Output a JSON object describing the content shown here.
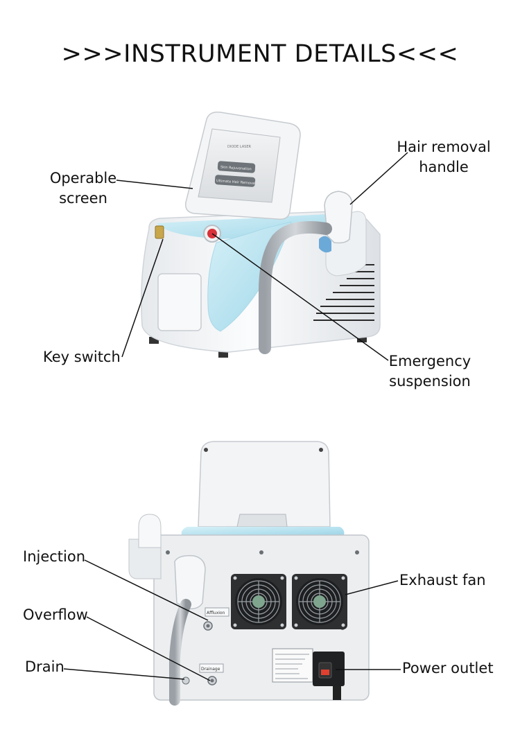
{
  "header": {
    "title": ">>>INSTRUMENT DETAILS<<<"
  },
  "front_view": {
    "labels": {
      "operable_screen": [
        "Operable",
        "screen"
      ],
      "hair_removal_handle": [
        "Hair removal",
        "handle"
      ],
      "key_switch": "Key switch",
      "emergency_suspension": [
        "Emergency",
        "suspension"
      ]
    },
    "screen_text": {
      "heading": "DIODE LASER",
      "button_1": "Skin Rejuvenation",
      "button_2": "Ultimate Hair Removal"
    }
  },
  "back_view": {
    "labels": {
      "injection": "Injection",
      "overflow": "Overflow",
      "drain": "Drain",
      "exhaust_fan": "Exhaust fan",
      "power_outlet": "Power outlet"
    },
    "panel_text": {
      "overflow_tag": "Affluxion",
      "drain_tag": "Drainage"
    }
  },
  "colors": {
    "accent_blue": "#bfe6f2",
    "body_white": "#f1f3f5",
    "shadow_gray": "#c9ced3",
    "emergency_red": "#d8323a",
    "fan_green": "#7fa58e"
  }
}
